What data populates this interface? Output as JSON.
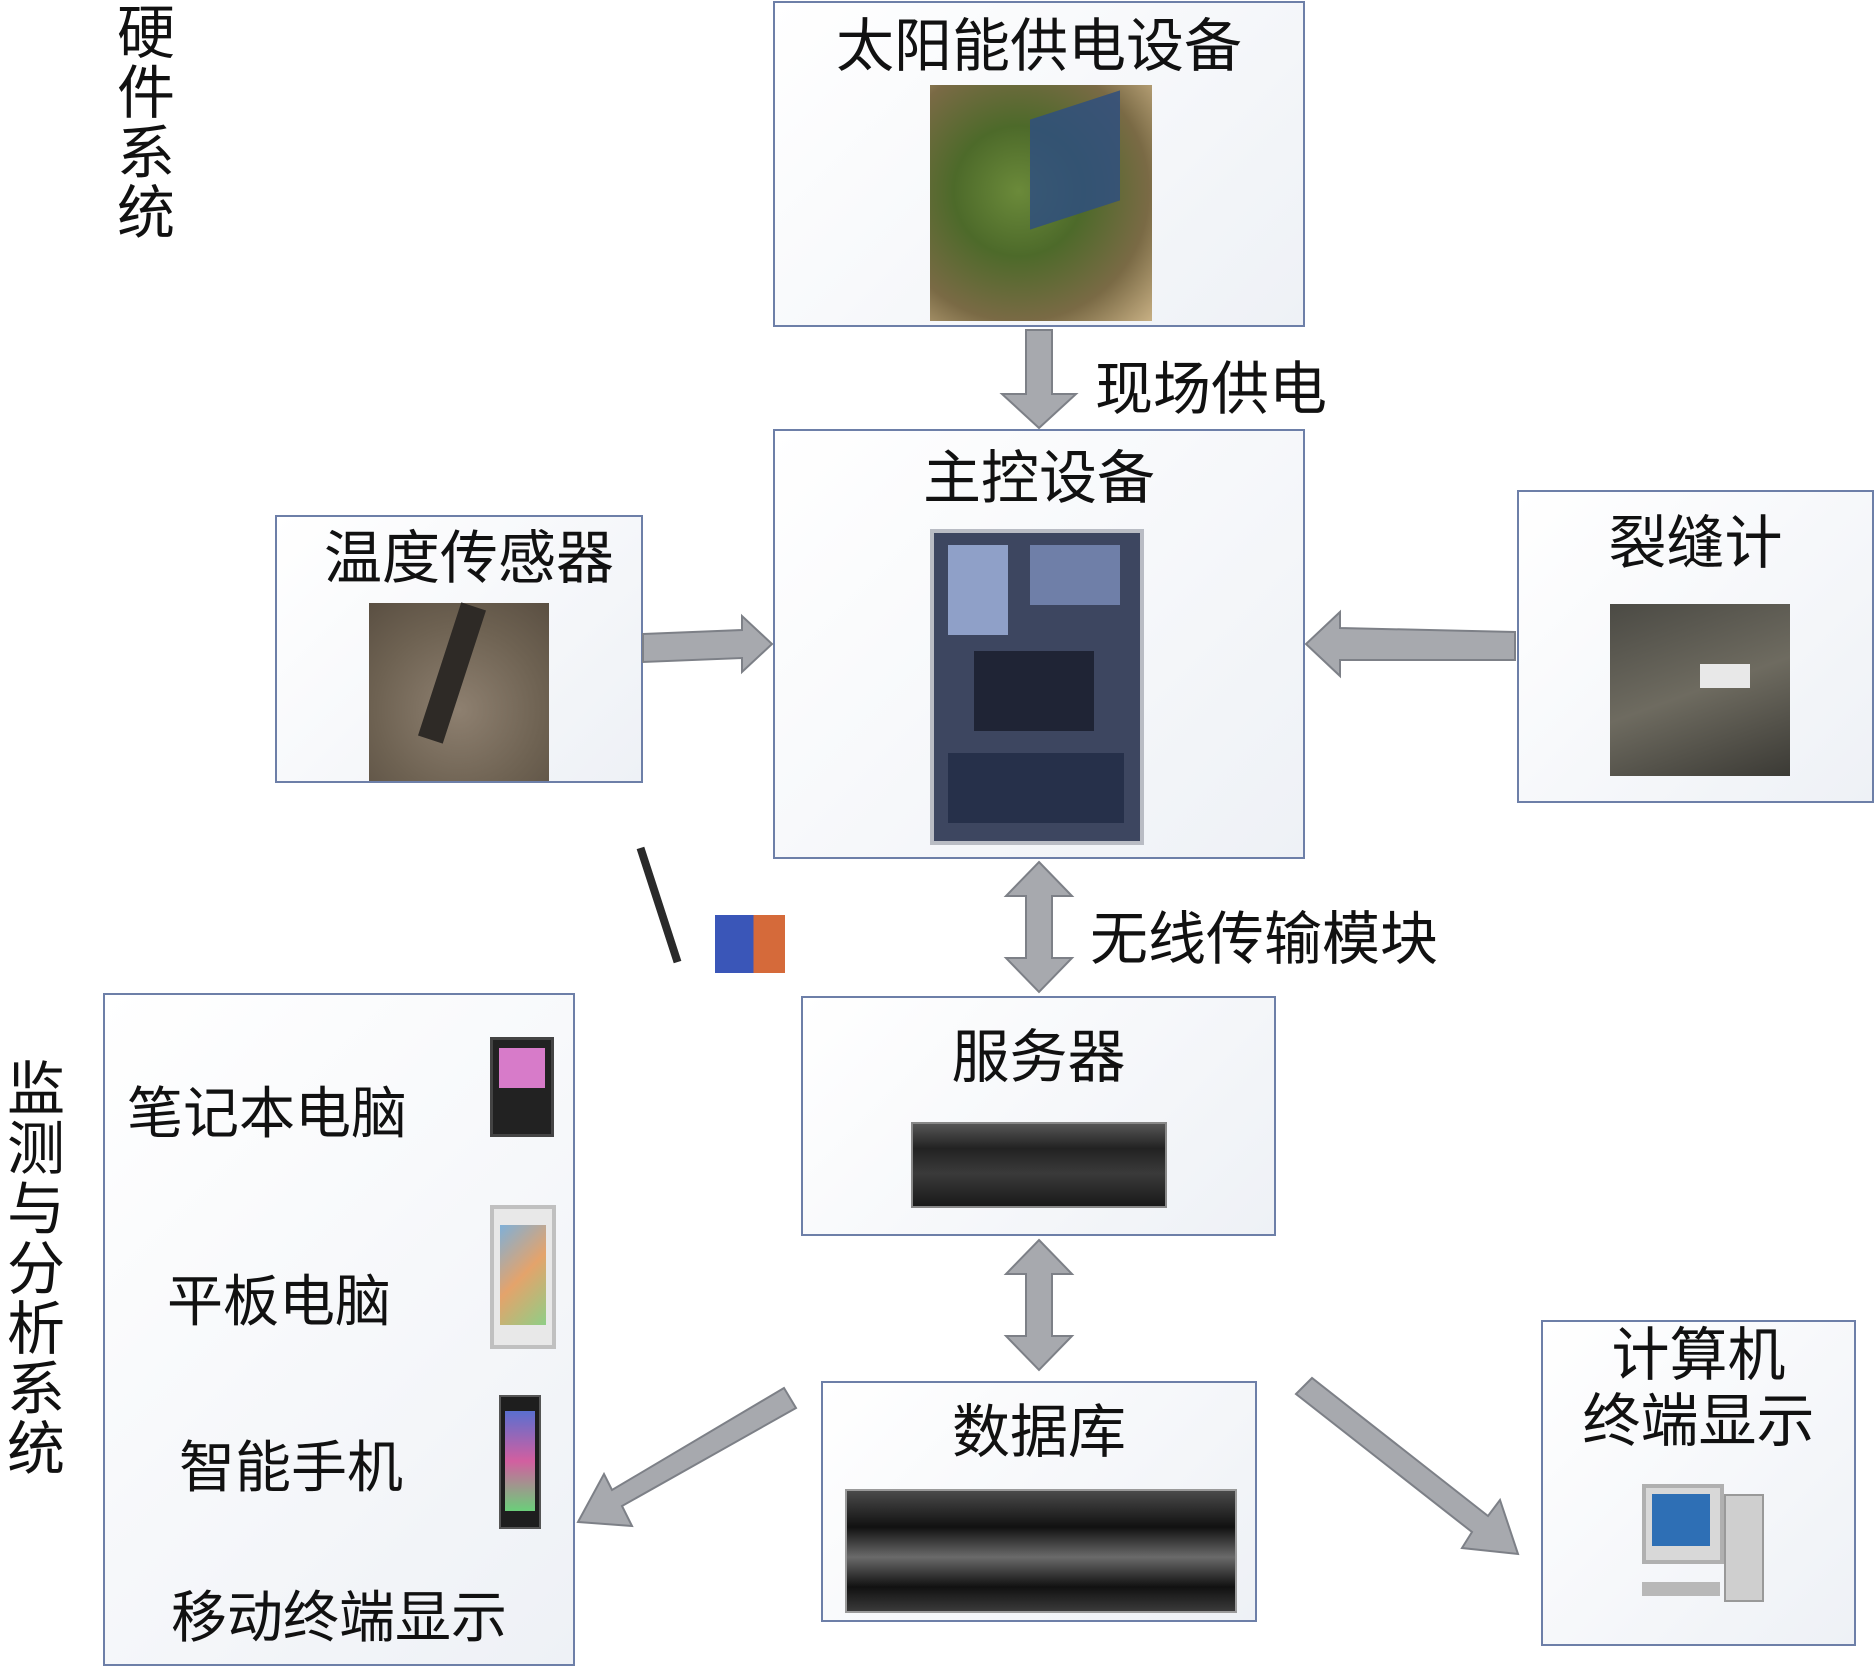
{
  "hardware_label": "硬件系统",
  "monitoring_label": "监测与分析系统",
  "nodes": {
    "solar": "太阳能供电设备",
    "master": "主控设备",
    "temp": "温度传感器",
    "crack": "裂缝计",
    "server": "服务器",
    "database": "数据库",
    "computer_line1": "计算机",
    "computer_line2": "终端显示",
    "mobile": "移动终端显示"
  },
  "devices": {
    "laptop": "笔记本电脑",
    "tablet": "平板电脑",
    "phone": "智能手机"
  },
  "edges": {
    "power": "现场供电",
    "wireless": "无线传输模块"
  },
  "colors": {
    "border": "#6d7fa8",
    "arrow_fill": "#a7a9ae",
    "arrow_stroke": "#7d8087"
  }
}
